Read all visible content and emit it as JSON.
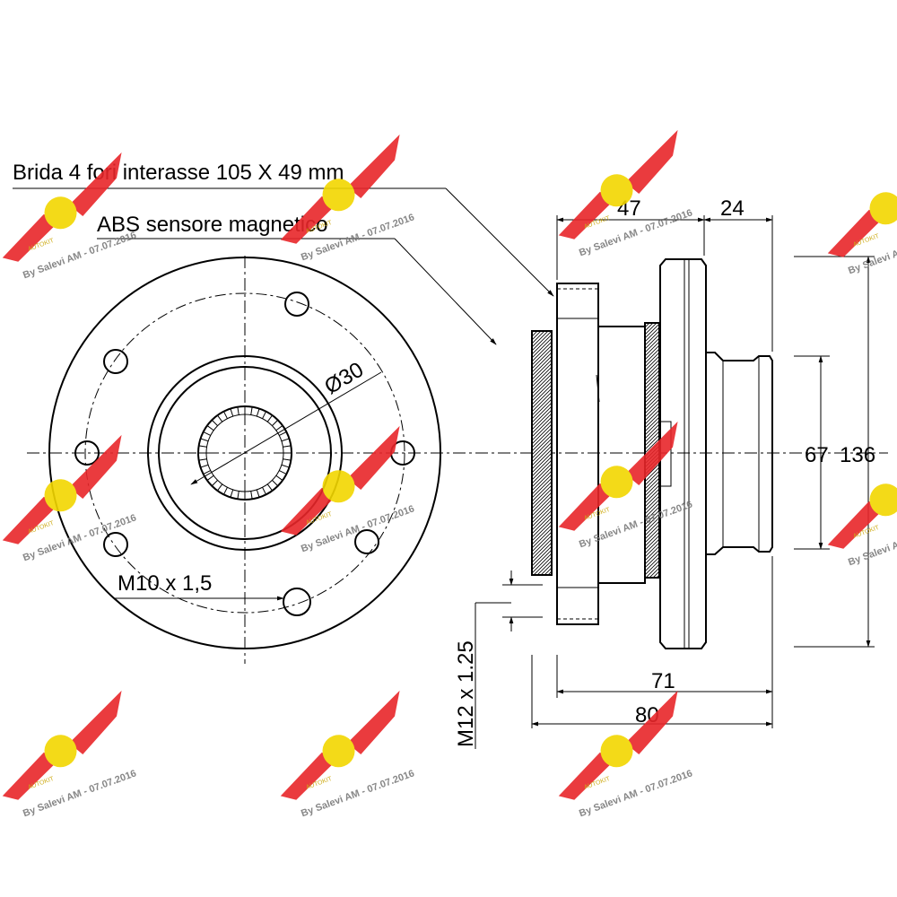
{
  "labels": {
    "flange": "Brida 4 fori interasse 105 X 49 mm",
    "abs": "ABS sensore magnetico",
    "bore": "Ø30",
    "front_thread": "M10 x 1,5",
    "side_thread": "M12 x 1.25"
  },
  "dimensions": {
    "d47": "47",
    "d24": "24",
    "d67": "67",
    "d136": "136",
    "d71": "71",
    "d80": "80"
  },
  "watermark": {
    "text": "By Salevi AM - 07.07.2016",
    "logo_text": "AUTOKIT"
  },
  "colors": {
    "line": "#000000",
    "watermark_wing": "#e8262a",
    "watermark_badge": "#f2d600",
    "watermark_text": "#7a7a7a"
  }
}
